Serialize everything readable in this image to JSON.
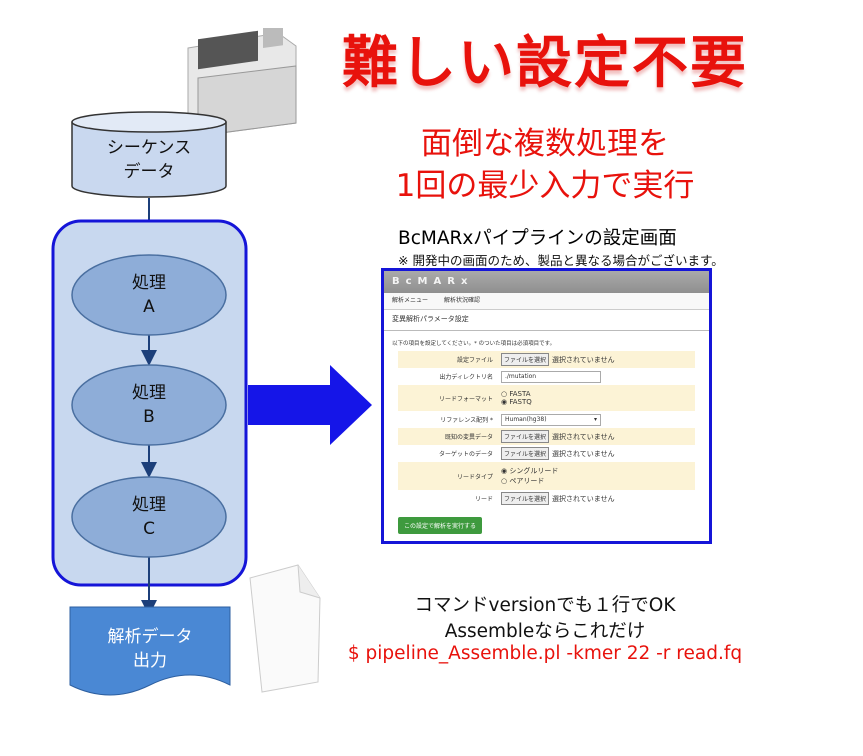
{
  "title": "難しい設定不要",
  "subtitle": [
    "面倒な複数処理を",
    "1回の最少入力で実行"
  ],
  "flow": {
    "input": [
      "シーケンス",
      "データ"
    ],
    "steps": [
      {
        "label": "処理",
        "id": "A"
      },
      {
        "label": "処理",
        "id": "B"
      },
      {
        "label": "処理",
        "id": "C"
      }
    ],
    "output": [
      "解析データ",
      "出力"
    ]
  },
  "screen_caption": "BcMARxパイプラインの設定画面",
  "screen_note": "※ 開発中の画面のため、製品と異なる場合がございます。",
  "app": {
    "brand": "BcMARx",
    "nav": [
      "解析メニュー",
      "解析状況確認"
    ],
    "section": "変異解析パラメータ設定",
    "description": "以下の項目を設定してください。* のついた項目は必須項目です。",
    "file_button": "ファイルを選択",
    "no_file": "選択されていません",
    "fields": {
      "config": "設定ファイル",
      "outdir": "出力ディレクトリ名",
      "outdir_value": "./mutation",
      "format": "リードフォーマット",
      "format_opts": [
        "FASTA",
        "FASTQ"
      ],
      "ref": "リファレンス配列 *",
      "ref_value": "Human(hg38)",
      "known": "既知の変異データ",
      "target": "ターゲットのデータ",
      "readtype": "リードタイプ",
      "readtype_opts": [
        "シングルリード",
        "ペアリード"
      ],
      "read": "リード"
    },
    "run_button": "この設定で解析を実行する"
  },
  "bottom": [
    "コマンドversionでも１行でOK",
    "Assembleならこれだけ",
    "$ pipeline_Assemble.pl -kmer 22 -r read.fq"
  ],
  "colors": {
    "accent_red": "#e8120c",
    "flow_border": "#1515d8",
    "flow_fill": "#c8d8ef",
    "node_fill": "#8eadd8",
    "output_fill": "#4a88d4"
  }
}
